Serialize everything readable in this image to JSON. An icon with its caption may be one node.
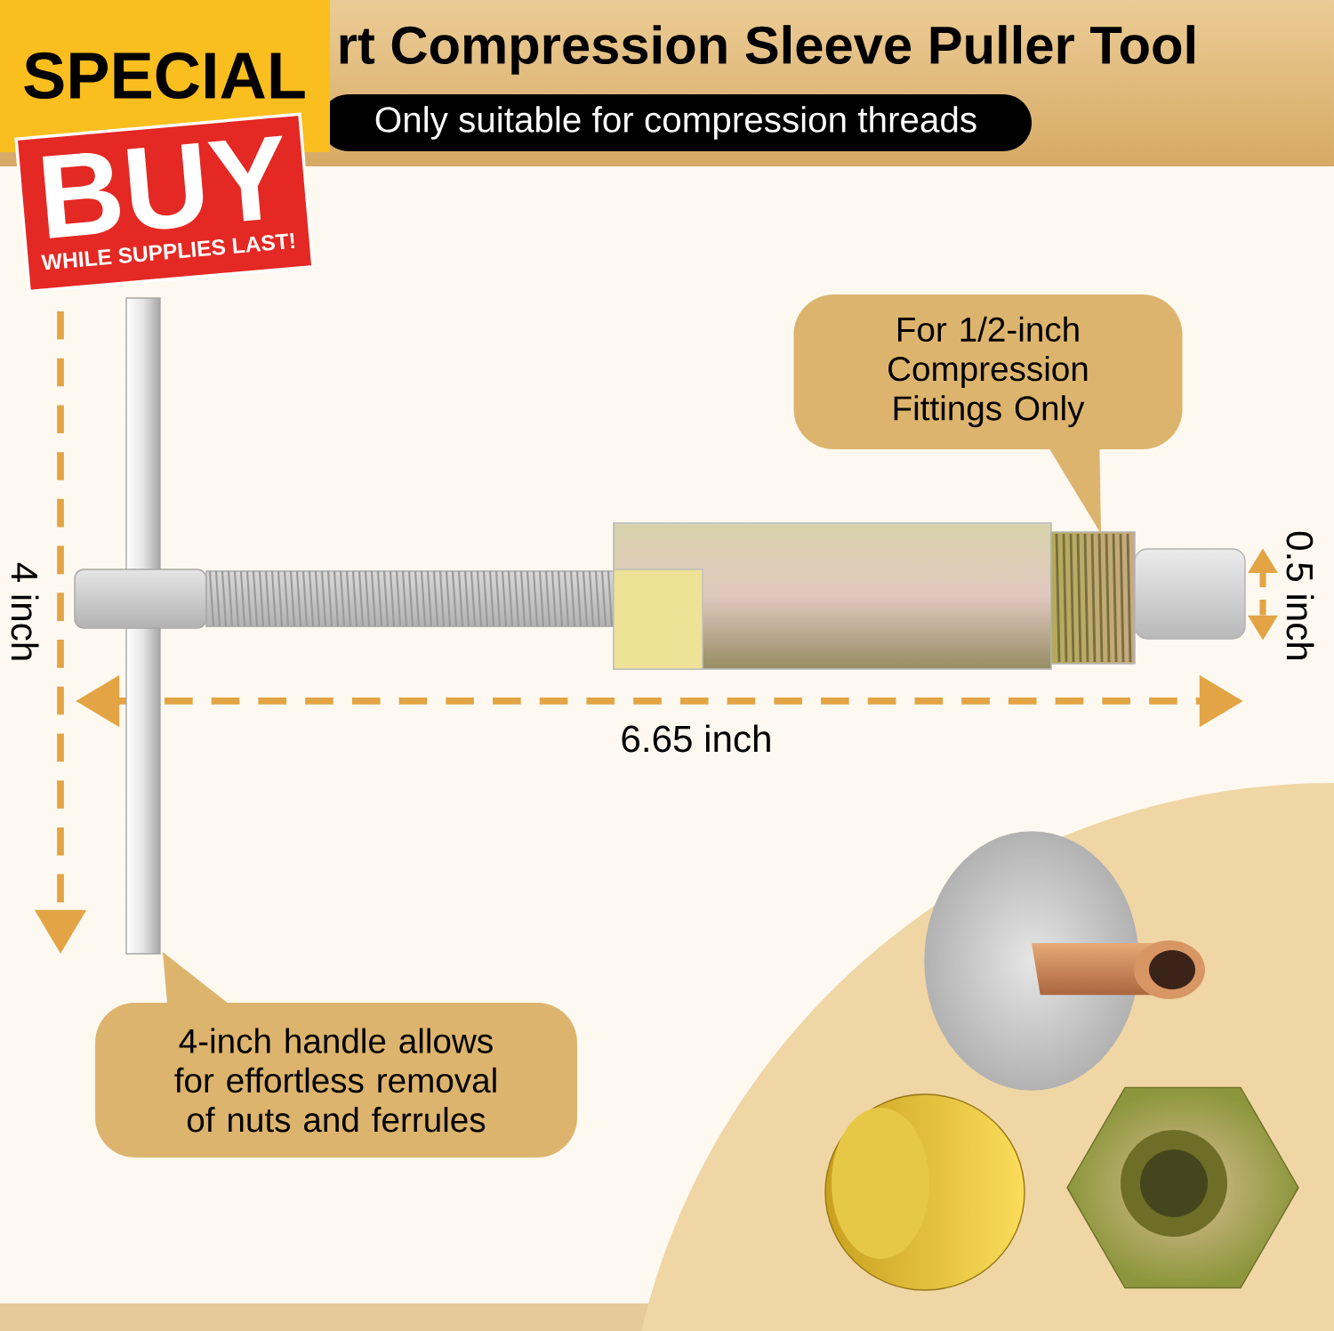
{
  "diagram": {
    "title": "rt Compression Sleeve Puller Tool",
    "nodes": [
      {
        "text": [
          "Only suitable for compression threads"
        ]
      },
      {
        "text": [
          "SPECIAL"
        ]
      },
      {
        "text": [
          "BUY",
          "WHILE SUPPLIES LAST!"
        ]
      },
      {
        "text": [
          "For 1/2-inch Compression Fittings Only"
        ]
      },
      {
        "text": [
          "4-inch handle allows for effortless removal of nuts and ferrules"
        ]
      }
    ],
    "labels": [
      "4 inch",
      "0.5 inch",
      "6.65 inch"
    ]
  }
}
